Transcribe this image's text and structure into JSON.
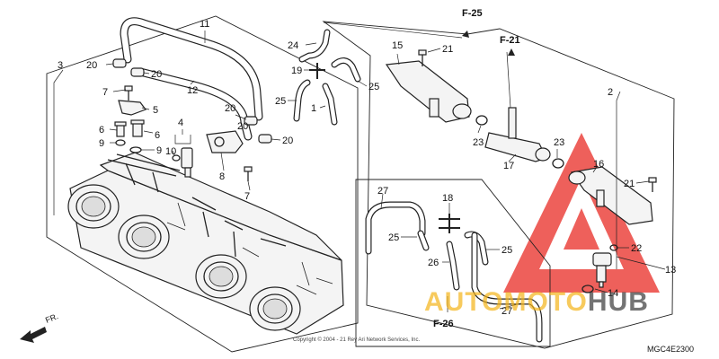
{
  "callouts": {
    "c1": "1",
    "c2": "2",
    "c3": "3",
    "c4": "4",
    "c5": "5",
    "c6a": "6",
    "c6b": "6",
    "c7a": "7",
    "c7b": "7",
    "c8": "8",
    "c9a": "9",
    "c9b": "9",
    "c10": "10",
    "c11": "11",
    "c12": "12",
    "c13": "13",
    "c14": "14",
    "c15": "15",
    "c16": "16",
    "c17": "17",
    "c18": "18",
    "c19": "19",
    "c20a": "20",
    "c20b": "20",
    "c20c": "20",
    "c20d": "20",
    "c20e": "20",
    "c21a": "21",
    "c21b": "21",
    "c22": "22",
    "c23a": "23",
    "c23b": "23",
    "c24": "24",
    "c25a": "25",
    "c25b": "25",
    "c25c": "25",
    "c25d": "25",
    "c26": "26",
    "c27a": "27",
    "c27b": "27"
  },
  "refs": {
    "f25": "F-25",
    "f21": "F-21",
    "f26": "F-26"
  },
  "direction": {
    "label": "FR."
  },
  "copyright": "Copyright © 2004 - 21 Rey Ari Network Services, Inc.",
  "diagram_code": "MGC4E2300",
  "watermark": {
    "part1": "AUTO",
    "part2": "MOTO",
    "part3": "HUB"
  },
  "colors": {
    "watermark_red": "#e8231d",
    "watermark_gold": "#f4b41a",
    "watermark_dark": "#3a3a3a"
  }
}
